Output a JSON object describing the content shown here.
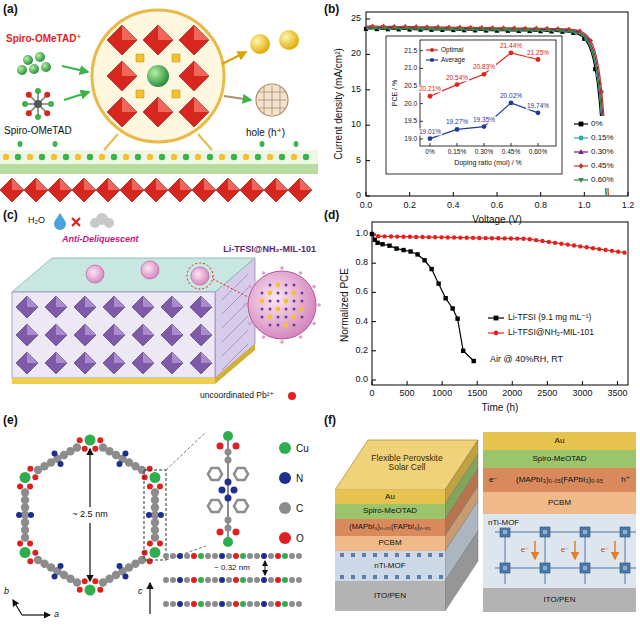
{
  "diagram": {
    "nodes": [
      {
        "text": [
          "Au"
        ]
      },
      {
        "text": [
          "Spiro-MeOTAD"
        ]
      },
      {
        "text": [
          "(MAPbI₃)₀.₀₅(FAPbI₃)₀.₉₅"
        ]
      },
      {
        "text": [
          "PCBM"
        ]
      },
      {
        "text": [
          "nTi-MOF"
        ]
      },
      {
        "text": [
          "ITO/PEN"
        ]
      },
      {
        "text": [
          "Au"
        ]
      },
      {
        "text": [
          "Spiro-MeOTAD"
        ]
      },
      {
        "text": [
          "e⁻",
          "(MAPbI₃)₀.₀₅(FAPbI₃)₀.₉₅",
          "h⁺"
        ]
      },
      {
        "text": [
          "PCBM"
        ]
      },
      {
        "text": [
          "nTi-MOF",
          "e⁻",
          "e⁻",
          "e⁻"
        ]
      },
      {
        "text": [
          "ITO/PEN"
        ]
      }
    ],
    "labels": [
      "(a)",
      "Spiro-OMeTAD⁺",
      "Spiro-OMeTAD",
      "hole (h⁺)",
      "(b)",
      "Current density (mA/cm²)",
      "0",
      "5",
      "10",
      "15",
      "20",
      "25",
      "0.0",
      "0.2",
      "0.4",
      "0.6",
      "0.8",
      "1.0",
      "1.2",
      "Voltage (V)",
      "PCE / %",
      "19.0",
      "19.5",
      "20.0",
      "20.5",
      "21.0",
      "21.5",
      "0%",
      "0.15%",
      "0.30%",
      "0.45%",
      "0.60%",
      "Doping ratio (mol) / %",
      "20.21%",
      "20.54%",
      "20.83%",
      "21.44%",
      "21.25%",
      "19.01%",
      "19.27%",
      "19.35%",
      "20.02%",
      "19.74%",
      "(c)",
      "H₂O",
      "Anti-Deliquescent",
      "Li-TFSI@NH₂-MIL-101",
      "uncoordinated Pb²⁺",
      "(d)",
      "Normalized PCE",
      "0.0",
      "0.2",
      "0.4",
      "0.6",
      "0.8",
      "1.0",
      "0",
      "500",
      "1000",
      "1500",
      "2000",
      "2500",
      "3000",
      "3500",
      "Time (h)",
      "Air @ 40%RH, RT",
      "(e)",
      "~ 2.5 nm",
      "b",
      "a",
      "~ 0.32 nm",
      "c",
      "(f)",
      "Flexible Perovskite Solar Cell"
    ],
    "legend": [
      {
        "text": "0%"
      },
      {
        "text": "0.15%"
      },
      {
        "text": "0.30%"
      },
      {
        "text": "0.45%"
      },
      {
        "text": "0.60%"
      },
      {
        "text": "Optimal"
      },
      {
        "text": "Average"
      },
      {
        "text": "Li-TFSI (9.1 mg mL⁻¹)"
      },
      {
        "text": "Li-TFSI@NH₂-MIL-101"
      },
      {
        "text": "Cu",
        "color": "#2fae4f"
      },
      {
        "text": "N",
        "color": "#1f2f8f"
      },
      {
        "text": "C",
        "color": "#8c8c8c"
      },
      {
        "text": "O",
        "color": "#e02020"
      }
    ]
  }
}
